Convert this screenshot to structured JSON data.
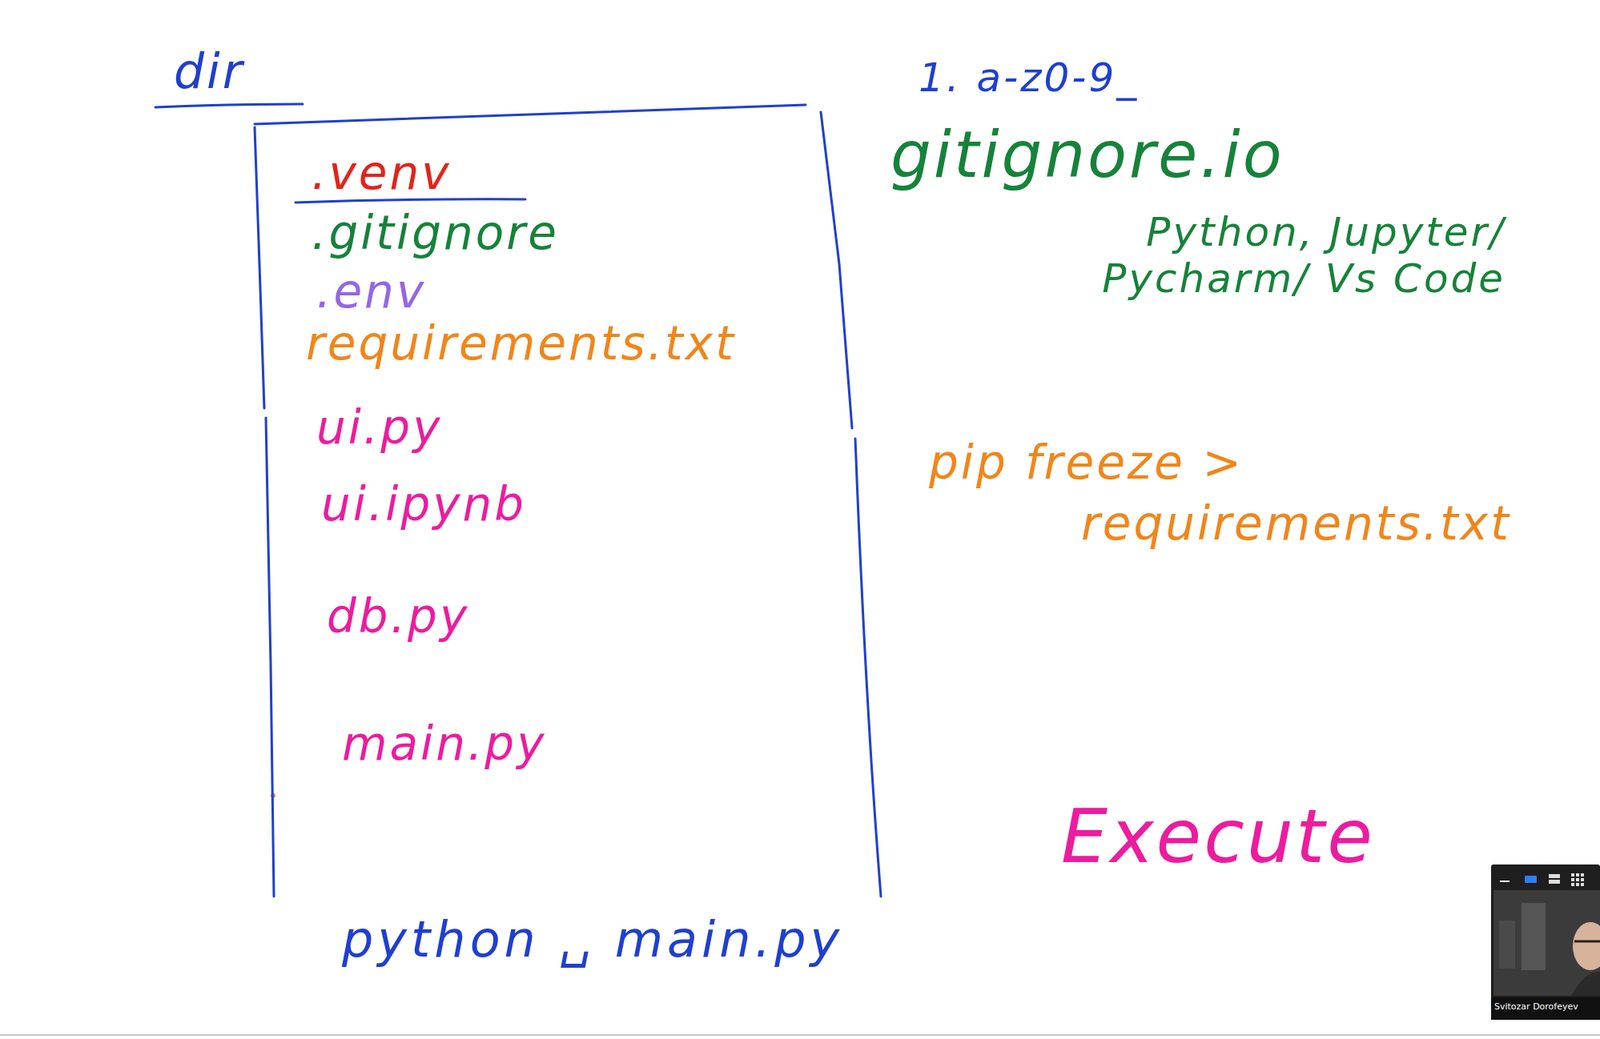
{
  "diagram": {
    "nodes": [
      {
        "text": [
          "dir",
          ".venv",
          ".gitignore",
          ".env",
          "requirements.txt",
          "ui.py",
          "ui.ipynb",
          "db.py",
          "main.py"
        ]
      }
    ],
    "labels": [
      "1. a-z0-9_",
      "gitignore.io",
      "Python, Jupyter/ Pycharm/ Vs Code",
      "pip freeze > requirements.txt",
      "Execute",
      "python ␣ main.py",
      "Svitozar Dorofeyev"
    ]
  }
}
